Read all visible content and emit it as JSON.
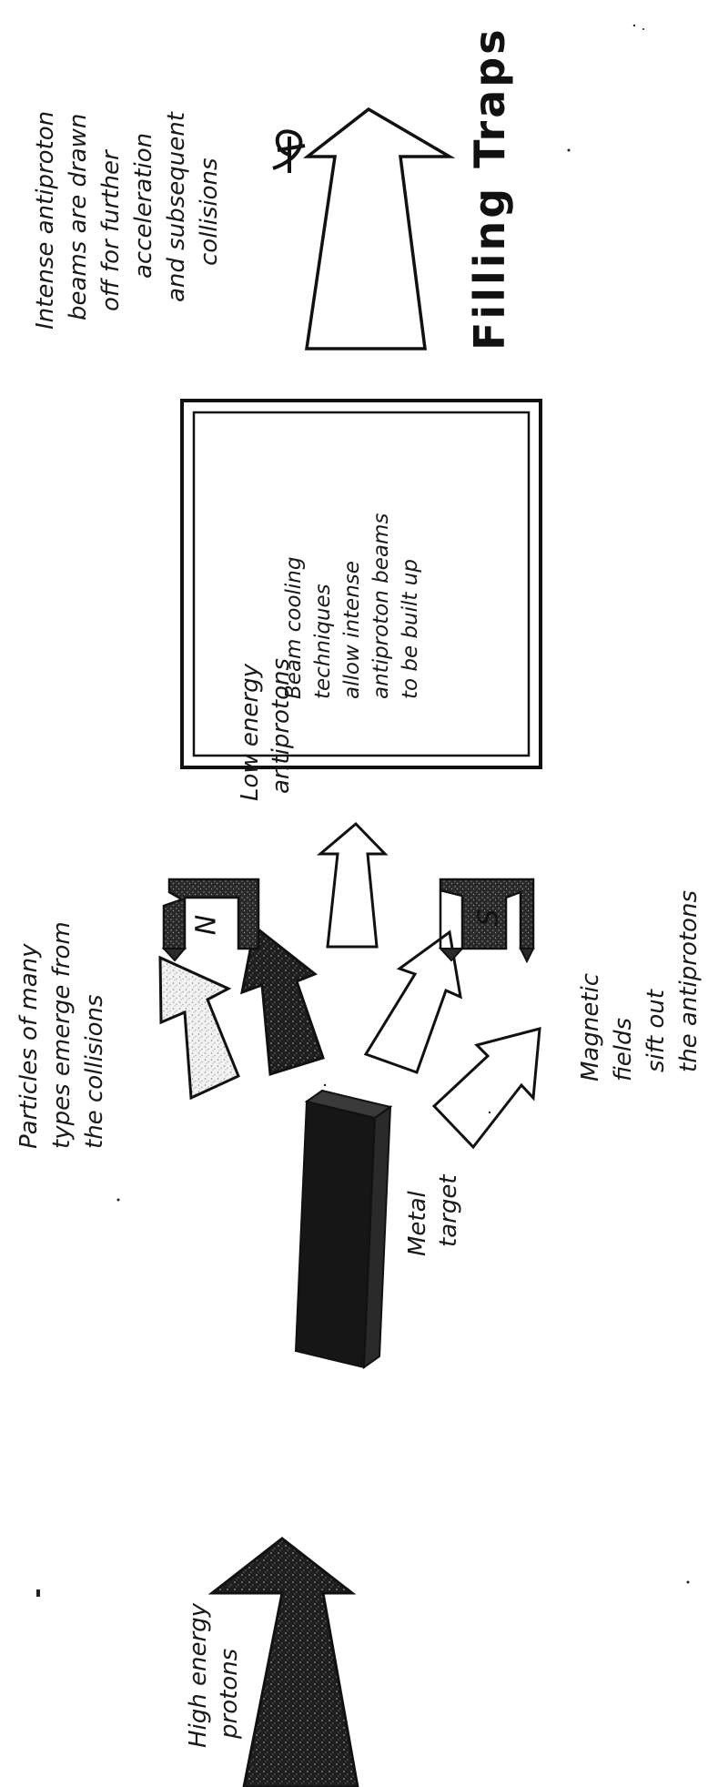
{
  "labels": {
    "high_energy_protons": [
      "High energy",
      "protons"
    ],
    "metal_target": [
      "Metal",
      "target"
    ],
    "particles_emerge": [
      "Particles of many",
      "types emerge from",
      "the collisions"
    ],
    "magnetic_fields": [
      "Magnetic",
      "fields",
      "sift out",
      "the antiprotons"
    ],
    "low_energy_antiprotons": [
      "Low energy",
      "antiprotons"
    ],
    "beam_cooling": [
      "Beam cooling",
      "techniques",
      "allow intense",
      "antiproton beams",
      "to be built up"
    ],
    "intense_beams": [
      "Intense antiproton",
      "beams are drawn",
      "off for further",
      "acceleration",
      "and subsequent",
      "collisions"
    ],
    "handwritten_note": "Filling Traps",
    "magnet_north": "N",
    "magnet_south": "S"
  },
  "colors": {
    "ink": "#111111",
    "dark_fill": "#1e1e1e",
    "speckle_fill": "#d9d9d9",
    "paper": "#ffffff"
  }
}
